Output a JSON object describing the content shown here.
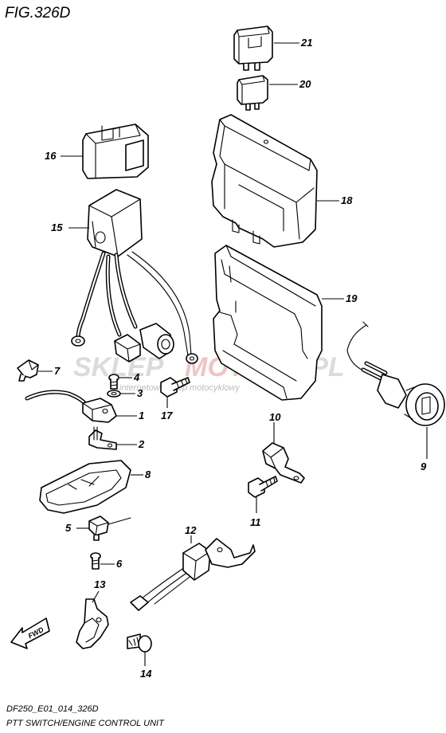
{
  "figure": {
    "title": "FIG.326D"
  },
  "footer": {
    "code": "DF250_E01_014_326D",
    "caption": "PTT SWITCH/ENGINE CONTROL UNIT"
  },
  "watermark": {
    "part1": "SKLEP",
    "part2": "MOTO",
    "part3": "49.PL",
    "tagline": "internetowy sklep motocyklowy"
  },
  "fwd": {
    "label": "FWD"
  },
  "parts": [
    {
      "id": "p21",
      "number": "21"
    },
    {
      "id": "p20",
      "number": "20"
    },
    {
      "id": "p16",
      "number": "16"
    },
    {
      "id": "p18",
      "number": "18"
    },
    {
      "id": "p15",
      "number": "15"
    },
    {
      "id": "p19",
      "number": "19"
    },
    {
      "id": "p7",
      "number": "7"
    },
    {
      "id": "p4",
      "number": "4"
    },
    {
      "id": "p3",
      "number": "3"
    },
    {
      "id": "p1",
      "number": "1"
    },
    {
      "id": "p17",
      "number": "17"
    },
    {
      "id": "p2",
      "number": "2"
    },
    {
      "id": "p9",
      "number": "9"
    },
    {
      "id": "p10",
      "number": "10"
    },
    {
      "id": "p8",
      "number": "8"
    },
    {
      "id": "p11",
      "number": "11"
    },
    {
      "id": "p5",
      "number": "5"
    },
    {
      "id": "p6",
      "number": "6"
    },
    {
      "id": "p12",
      "number": "12"
    },
    {
      "id": "p13",
      "number": "13"
    },
    {
      "id": "p14",
      "number": "14"
    }
  ]
}
